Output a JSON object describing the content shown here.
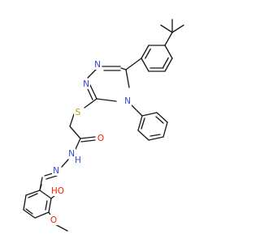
{
  "structure": {
    "atom_labels": {
      "N": "N",
      "S": "S",
      "O": "O",
      "HO": "HO",
      "H": "H"
    },
    "colors": {
      "bond": "#1a1a1a",
      "carbon": "#1a1a1a",
      "nitrogen": "#3344dd",
      "oxygen": "#ee2200",
      "sulfur": "#b8a000"
    }
  }
}
